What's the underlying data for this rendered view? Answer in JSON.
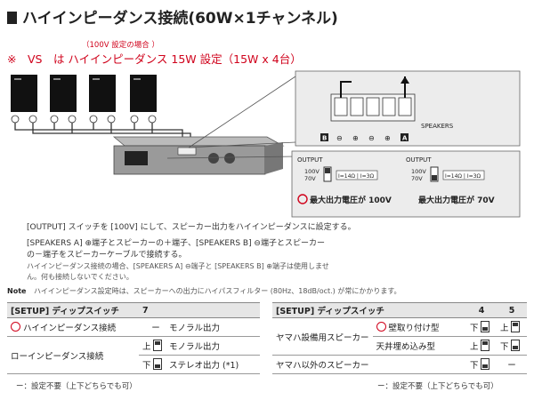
{
  "title": "ハイインピーダンス接続(60W×1チャンネル)",
  "condition_note": "（100V 設定の場合 ）",
  "red_note": "※　VS　は ハイインピーダンス 15W 設定（15W x 4台）",
  "diagram": {
    "terminals": [
      "B",
      "⊖",
      "⊕",
      "⊖",
      "⊕",
      "A"
    ],
    "speakers_label": "SPEAKERS",
    "output_label": "OUTPUT",
    "v100": "100V",
    "v70": "70V",
    "imp_label": "I=14Ω | I=3Ω",
    "max_100": "最大出力電圧が 100V",
    "max_70": "最大出力電圧が 70V"
  },
  "paragraphs": [
    "[OUTPUT] スイッチを [100V] にして、スピーカー出力をハイインピーダンスに設定する。",
    "[SPEAKERS A] ⊕端子とスピーカーの＋端子、[SPEAKERS B] ⊖端子とスピーカー",
    "の－端子をスピーカーケーブルで接続する。",
    "ハイインピーダンス接続の場合、[SPEAKERS A] ⊖端子と [SPEAKERS B] ⊕端子は使用しませ",
    "ん。何も接続しないでください。"
  ],
  "note_label": "Note",
  "note_text": "ハイインピーダンス設定時は、スピーカーへの出力にハイパスフィルター (80Hz、18dB/oct.) が常にかかります。",
  "table_left": {
    "header": [
      "[SETUP] ディップスイッチ",
      "7"
    ],
    "rows": [
      {
        "mode": "ハイインピーダンス接続",
        "sw": "ー",
        "out": "モノラル出力"
      },
      {
        "mode": "ローインピーダンス接続",
        "sw": "上",
        "out": "モノラル出力"
      },
      {
        "mode": "",
        "sw": "下",
        "out": "ステレオ出力 (*1)"
      }
    ],
    "footnote": "ー：設定不要（上下どちらでも可）"
  },
  "table_right": {
    "header": [
      "[SETUP] ディップスイッチ",
      "4",
      "5"
    ],
    "group": "ヤマハ設備用スピーカー",
    "rows": [
      {
        "type": "壁取り付け型",
        "s4": "下",
        "s5": "上"
      },
      {
        "type": "天井埋め込み型",
        "s4": "上",
        "s5": "下"
      },
      {
        "type": "ヤマハ以外のスピーカー",
        "s4": "下",
        "s5": "ー"
      }
    ],
    "footnote": "ー：設定不要（上下どちらでも可）"
  },
  "colors": {
    "accent_red": "#d0021b"
  }
}
